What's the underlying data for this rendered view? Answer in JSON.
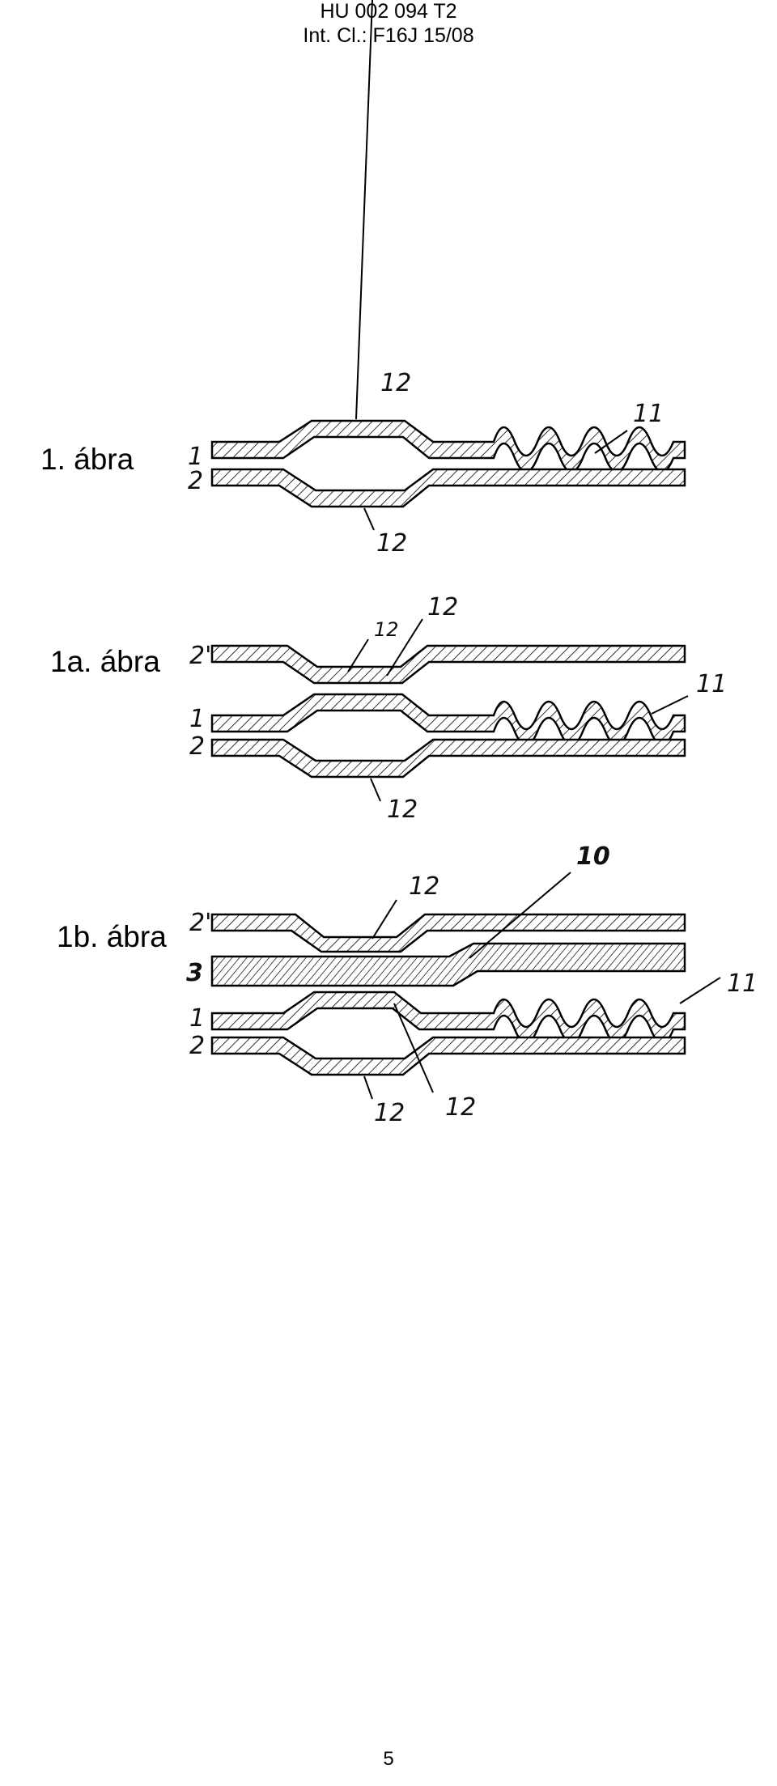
{
  "header": {
    "doc_number": "HU 002 094 T2",
    "classification": "Int. Cl.: F16J 15/08"
  },
  "figures": [
    {
      "label": "1. ábra",
      "refs": [
        "1",
        "2",
        "12",
        "12",
        "11"
      ]
    },
    {
      "label": "1a. ábra",
      "refs": [
        "2'",
        "1",
        "2",
        "12",
        "12",
        "12",
        "11"
      ]
    },
    {
      "label": "1b. ábra",
      "refs": [
        "2'",
        "3",
        "1",
        "2",
        "12",
        "10",
        "12",
        "12",
        "11"
      ]
    }
  ],
  "footer": {
    "page_number": "5"
  }
}
